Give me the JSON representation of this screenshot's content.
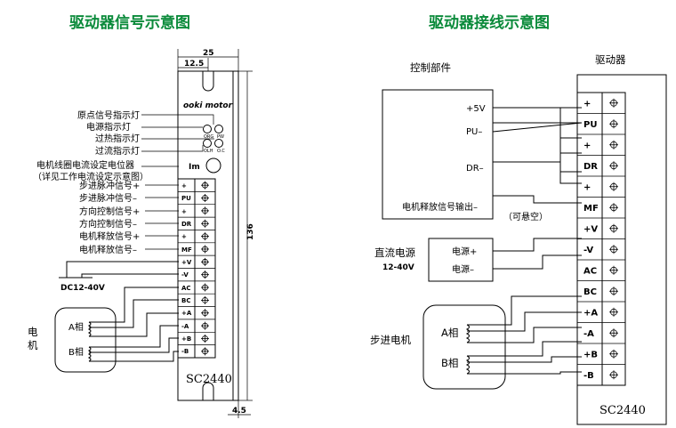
{
  "left": {
    "title": "驱动器信号示意图",
    "dim_width": "25",
    "dim_offset": "12.5",
    "dim_height": "136",
    "dim_bottom": "4.5",
    "brand": "ooki motor",
    "led_labels": [
      "原点信号指示灯",
      "电源指示灯",
      "过热指示灯",
      "过流指示灯"
    ],
    "led_small": [
      "ORG",
      "PW",
      "OLH",
      "O.C"
    ],
    "pot_label": "电机线圈电流设定电位器",
    "pot_note": "（详见工作电流设定示意图）",
    "pot_text": "Im",
    "signal_labels": [
      "步进脉冲信号+",
      "步进脉冲信号–",
      "方向控制信号+",
      "方向控制信号–",
      "电机释放信号+",
      "电机释放信号–"
    ],
    "pins": [
      "+",
      "PU",
      "+",
      "DR",
      "+",
      "MF",
      "+V",
      "-V",
      "AC",
      "BC",
      "+A",
      "-A",
      "+B",
      "-B"
    ],
    "dc_label": "DC12-40V",
    "motor_label": "电机",
    "phase_a": "A相",
    "phase_b": "B相",
    "model": "SC2440"
  },
  "right": {
    "title": "驱动器接线示意图",
    "ctrl_title": "控制部件",
    "driver_title": "驱动器",
    "ctrl_terms": [
      "+5V",
      "PU–",
      "DR–",
      "电机释放信号输出–"
    ],
    "float_note": "（可悬空）",
    "pins": [
      "+",
      "PU",
      "+",
      "DR",
      "+",
      "MF",
      "+V",
      "-V",
      "AC",
      "BC",
      "+A",
      "-A",
      "+B",
      "-B"
    ],
    "psu_label": "直流电源",
    "psu_voltage": "12-40V",
    "psu_plus": "电源+",
    "psu_minus": "电源–",
    "motor_label": "步进电机",
    "phase_a": "A相",
    "phase_b": "B相",
    "model": "SC2440"
  }
}
